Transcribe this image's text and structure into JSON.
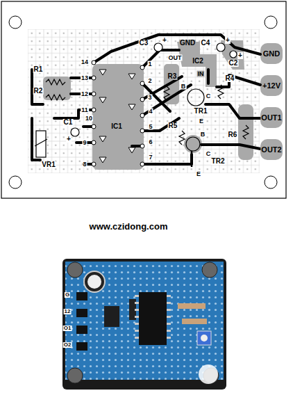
{
  "diagram": {
    "labels": [
      "R1",
      "R2",
      "VR1",
      "C1",
      "+",
      "14",
      "13",
      "12",
      "11",
      "10",
      "9",
      "8",
      "IC1",
      "1",
      "2",
      "3",
      "4",
      "5",
      "6",
      "7",
      "C3",
      "+",
      "GND",
      "OUT",
      "C4",
      "+",
      "IC2",
      "IN",
      "C2",
      "+",
      "R3",
      "B",
      "C",
      "TR1",
      "R4",
      "R5",
      "E",
      "B",
      "C",
      "TR2",
      "E",
      "R6",
      "GND",
      "+12V",
      "OUT1",
      "OUT2",
      "www.czidong.com",
      "G",
      "12",
      "O1",
      "O2"
    ]
  }
}
